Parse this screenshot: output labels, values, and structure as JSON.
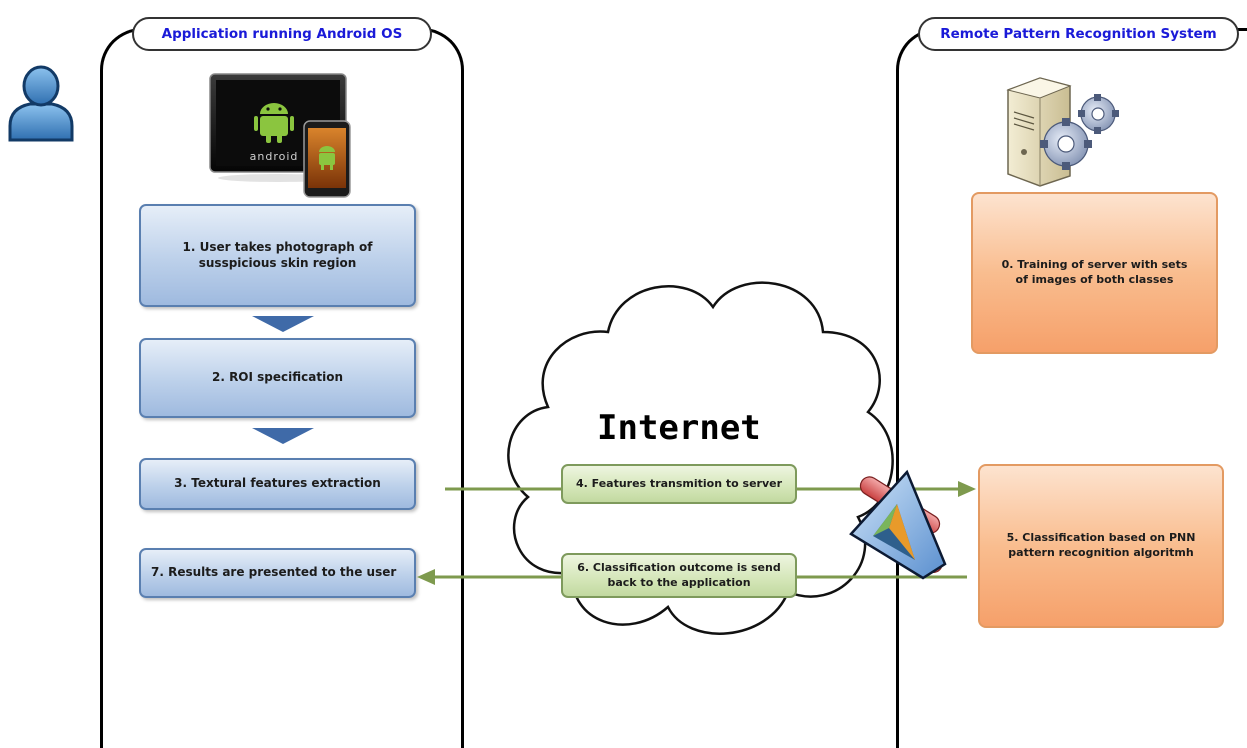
{
  "lanes": {
    "left_title": "Application running Android OS",
    "right_title": "Remote Pattern Recognition System"
  },
  "device_brand_text": "android",
  "cloud": {
    "label": "Internet"
  },
  "steps": {
    "s1": "1. User takes photograph of susspicious skin region",
    "s2": "2. ROI specification",
    "s3": "3. Textural features extraction",
    "s7": "7. Results are presented to the user"
  },
  "transfers": {
    "s4": "4. Features transmition to server",
    "s6": "6. Classification outcome is send back to the application"
  },
  "server_steps": {
    "s0": "0. Training of server with sets of images of both classes",
    "s5": "5. Classification based on PNN pattern recognition algoritmh"
  },
  "colors": {
    "lane_title_text": "#1a1ad8",
    "step_blue": "#bcd0ea",
    "transfer_green": "#d4e6b8",
    "server_orange": "#f9bd8f",
    "arrow_green": "#7e9a4e",
    "down_arrow_blue": "#3f6aa8"
  },
  "icons": {
    "user": "user-icon",
    "tablet": "android-tablet-icon",
    "phone": "android-phone-icon",
    "server": "server-gears-icon",
    "router": "network-router-icon"
  }
}
